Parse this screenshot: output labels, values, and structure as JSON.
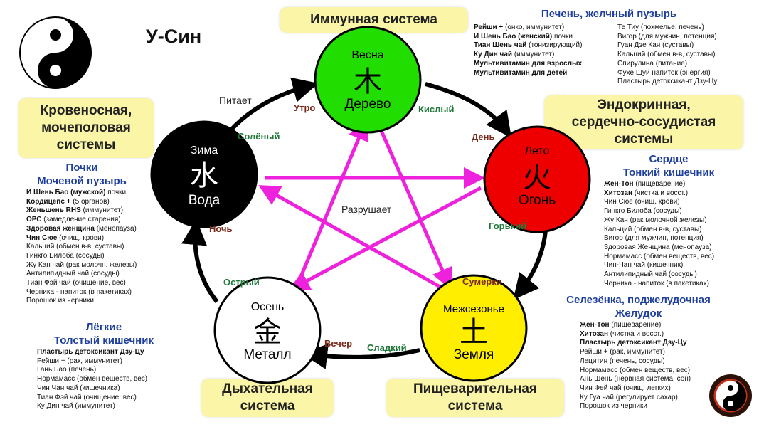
{
  "title": "У-Син",
  "systems": {
    "immune": "Иммунная система",
    "blood_lines": [
      "Кровеносная,",
      "мочеполовая",
      "системы"
    ],
    "endocrine_lines": [
      "Эндокринная,",
      "сердечно-сосудистая",
      "системы"
    ],
    "respiratory_lines": [
      "Дыхательная",
      "система"
    ],
    "digestive_lines": [
      "Пищеварительная",
      "система"
    ]
  },
  "elements": {
    "wood": {
      "season": "Весна",
      "char": "木",
      "name": "Дерево",
      "color": "#22dd00"
    },
    "fire": {
      "season": "Лето",
      "char": "火",
      "name": "Огонь",
      "color": "#ee0000"
    },
    "earth": {
      "season": "Межсезонье",
      "char": "土",
      "name": "Земля",
      "color": "#ffee00"
    },
    "metal": {
      "season": "Осень",
      "char": "金",
      "name": "Металл",
      "color": "#ffffff"
    },
    "water": {
      "season": "Зима",
      "char": "水",
      "name": "Вода",
      "color": "#000000"
    }
  },
  "cycle": {
    "feeds": "Питает",
    "destroys": "Разрушает",
    "morning": "Утро",
    "day": "День",
    "dusk": "Сумерки",
    "evening": "Вечер",
    "night": "Ночь",
    "sour": "Кислый",
    "bitter": "Горький",
    "sweet": "Сладкий",
    "spicy": "Острый",
    "salty": "Солёный"
  },
  "organs": {
    "liver": "Печень, желчный пузырь",
    "kidneys": [
      "Почки",
      "Мочевой пузырь"
    ],
    "heart": [
      "Сердце",
      "Тонкий кишечник"
    ],
    "lungs": [
      "Лёгкие",
      "Толстый кишечник"
    ],
    "spleen": [
      "Селезёнка, поджелудочная",
      "Желудок"
    ]
  },
  "lists": {
    "liver_left": [
      {
        "b": "Рейши +",
        "t": " (онко, иммунитет)"
      },
      {
        "b": "И Шень Бао (женский)",
        "t": " почки"
      },
      {
        "b": "Тиан Шень чай",
        "t": " (тонизирующий)"
      },
      {
        "b": "Ку Дин чай",
        "t": " (иммунитет)"
      },
      {
        "b": "Мультивитамин для взрослых",
        "t": ""
      },
      {
        "b": "Мультивитамин для детей",
        "t": ""
      }
    ],
    "liver_right": [
      {
        "b": "",
        "t": "Те Тиу (похмелье, печень)"
      },
      {
        "b": "",
        "t": "Вигор (для мужчин, потенция)"
      },
      {
        "b": "",
        "t": "Гуан Дзе Кан (суставы)"
      },
      {
        "b": "",
        "t": "Кальций (обмен в-в, суставы)"
      },
      {
        "b": "",
        "t": "Спирулина (питание)"
      },
      {
        "b": "",
        "t": "Фухе Шуй напиток (энергия)"
      },
      {
        "b": "",
        "t": "Пластырь детоксикант Дзу-Цу"
      }
    ],
    "kidneys": [
      {
        "b": "И Шень Бао (мужской)",
        "t": " почки"
      },
      {
        "b": "Кордицепс +",
        "t": " (5 органов)"
      },
      {
        "b": "Женьшень RHS",
        "t": " (иммунитет)"
      },
      {
        "b": "ОРС",
        "t": " (замедление старения)"
      },
      {
        "b": "Здоровая женщина",
        "t": " (менопауза)"
      },
      {
        "b": "Чин Сюе",
        "t": " (очищ. крови)"
      },
      {
        "b": "",
        "t": "Кальций (обмен в-в, суставы)"
      },
      {
        "b": "",
        "t": "Гинкго Билоба (сосуды)"
      },
      {
        "b": "",
        "t": "Жу Кан чай (рак молочн. железы)"
      },
      {
        "b": "",
        "t": "Антилипидный чай (сосуды)"
      },
      {
        "b": "",
        "t": "Тиан Фэй чай (очищение, вес)"
      },
      {
        "b": "",
        "t": "Черника - напиток (в пакетиках)"
      },
      {
        "b": "",
        "t": "Порошок из черники"
      }
    ],
    "heart": [
      {
        "b": "Жен-Тон",
        "t": " (пищеварение)"
      },
      {
        "b": "Хитозан",
        "t": " (чистка и восст.)"
      },
      {
        "b": "",
        "t": "Чин Сюе (очищ. крови)"
      },
      {
        "b": "",
        "t": "Гинкго Билоба (сосуды)"
      },
      {
        "b": "",
        "t": "Жу Кан (рак молочной железы)"
      },
      {
        "b": "",
        "t": "Кальций (обмен в-в, суставы)"
      },
      {
        "b": "",
        "t": "Вигор (для мужчин, потенция)"
      },
      {
        "b": "",
        "t": "Здоровая Женщина (менопауза)"
      },
      {
        "b": "",
        "t": "Нормамасс (обмен веществ, вес)"
      },
      {
        "b": "",
        "t": "Чин-Чан чай (кишечник)"
      },
      {
        "b": "",
        "t": "Антилипидный чай (сосуды)"
      },
      {
        "b": "",
        "t": "Черника - напиток (в пакетиках)"
      }
    ],
    "lungs": [
      {
        "b": "Пластырь детоксикант Дзу-Цу",
        "t": ""
      },
      {
        "b": "",
        "t": "Рейши + (рак, иммунитет)"
      },
      {
        "b": "",
        "t": "Гань Бао (печень)"
      },
      {
        "b": "",
        "t": "Нормамасс (обмен веществ, вес)"
      },
      {
        "b": "",
        "t": "Чин Чан чай (кишечника)"
      },
      {
        "b": "",
        "t": "Тиан Фэй чай (очищение, вес)"
      },
      {
        "b": "",
        "t": "Ку Дин чай (иммунитет)"
      }
    ],
    "spleen": [
      {
        "b": "Жен-Тон",
        "t": " (пищеварение)"
      },
      {
        "b": "Хитозан",
        "t": " (чистка и восст.)"
      },
      {
        "b": "Пластырь детоксикант Дзу-Цу",
        "t": ""
      },
      {
        "b": "",
        "t": "Рейши + (рак, иммунитет)"
      },
      {
        "b": "",
        "t": "Лецитин (печень, сосуды)"
      },
      {
        "b": "",
        "t": "Нормамасс (обмен веществ, вес)"
      },
      {
        "b": "",
        "t": "Ань Шень (нервная система, сон)"
      },
      {
        "b": "",
        "t": "Чин Фей чай (очищ. легких)"
      },
      {
        "b": "",
        "t": "Ку Гуа чай (регулирует сахар)"
      },
      {
        "b": "",
        "t": "Порошок из черники"
      }
    ]
  }
}
